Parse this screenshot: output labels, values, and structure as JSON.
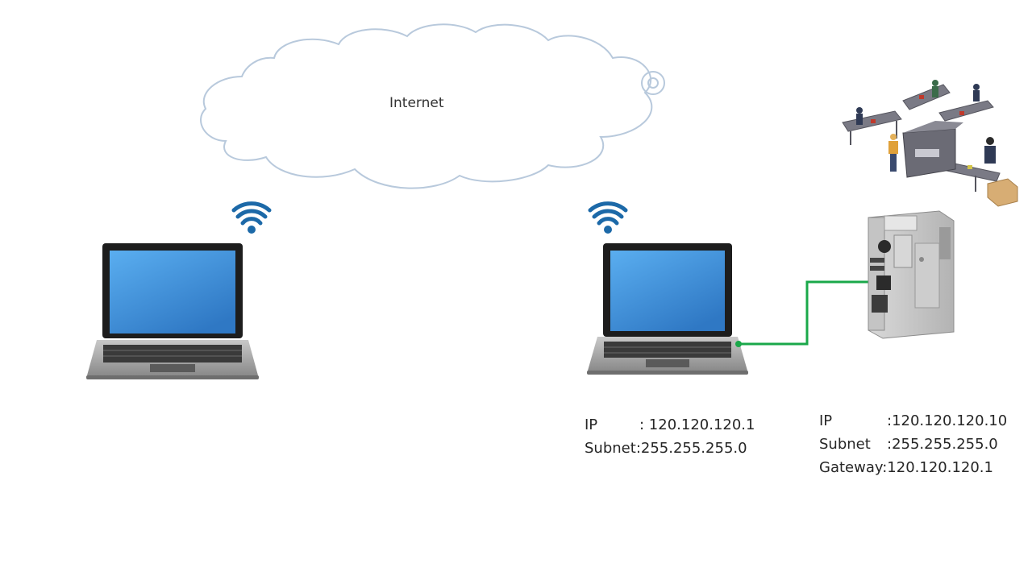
{
  "cloud": {
    "label": "Internet"
  },
  "laptop_right": {
    "ip_label": "IP",
    "ip_value": ": 120.120.120.1",
    "subnet_label": "Subnet",
    "subnet_value": ":255.255.255.0"
  },
  "controller": {
    "ip_label": "IP",
    "ip_value": ":120.120.120.10",
    "subnet_label": "Subnet",
    "subnet_value": ":255.255.255.0",
    "gateway_label": "Gateway",
    "gateway_value": ":120.120.120.1"
  },
  "colors": {
    "cable": "#1aa84a",
    "cloud_stroke": "#b8c9dc",
    "wifi": "#1c69a8",
    "screen": "#3f8fd8"
  },
  "icons": [
    "cloud-icon",
    "wifi-icon",
    "laptop-icon",
    "plc-controller-icon",
    "factory-conveyor-icon",
    "ethernet-cable"
  ]
}
